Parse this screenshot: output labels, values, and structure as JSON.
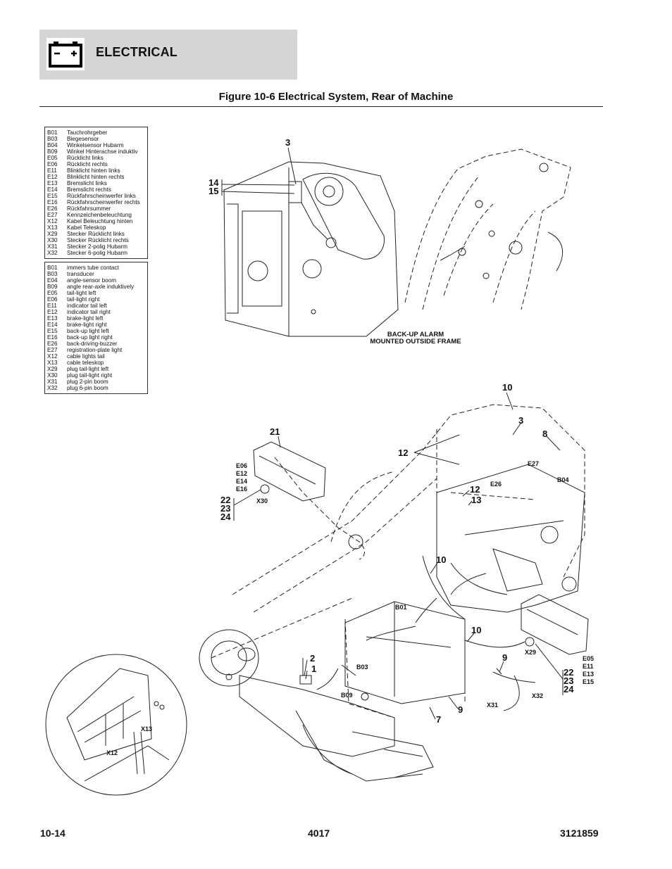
{
  "header": {
    "section_title": "ELECTRICAL",
    "icon": "battery-icon",
    "background_color": "#d6d6d6"
  },
  "figure_title": "Figure 10-6 Electrical System, Rear of Machine",
  "legend_german": [
    {
      "code": "B01",
      "desc": "Tauchrohrgeber"
    },
    {
      "code": "B03",
      "desc": "Biegesensor"
    },
    {
      "code": "B04",
      "desc": "Winkelsensor Hubarm"
    },
    {
      "code": "B09",
      "desc": "Winkel Hinterachse induktiv"
    },
    {
      "code": "E05",
      "desc": "Rücklicht links"
    },
    {
      "code": "E06",
      "desc": "Rücklicht rechts"
    },
    {
      "code": "E11",
      "desc": "Blinklicht hinten links"
    },
    {
      "code": "E12",
      "desc": "Blinklicht hinten rechts"
    },
    {
      "code": "E13",
      "desc": "Bremslicht links"
    },
    {
      "code": "E14",
      "desc": "Bremslicht rechts"
    },
    {
      "code": "E15",
      "desc": "Rückfahrscheinwerfer links"
    },
    {
      "code": "E16",
      "desc": "Rückfahrscheinwerfer rechts"
    },
    {
      "code": "E26",
      "desc": "Rückfahrsummer"
    },
    {
      "code": "E27",
      "desc": "Kennzeichenbeleuchtung"
    },
    {
      "code": "X12",
      "desc": "Kabel Beleuchtung hinten"
    },
    {
      "code": "X13",
      "desc": "Kabel Teleskop"
    },
    {
      "code": "X29",
      "desc": "Stecker Rücklicht links"
    },
    {
      "code": "X30",
      "desc": "Stecker Rücklicht rechts"
    },
    {
      "code": "X31",
      "desc": "Stecker 2-polig Hubarm"
    },
    {
      "code": "X32",
      "desc": "Stecker 6-polig Hubarm"
    }
  ],
  "legend_english": [
    {
      "code": "B01",
      "desc": "immers tube contact"
    },
    {
      "code": "B03",
      "desc": "transducer"
    },
    {
      "code": "E04",
      "desc": "angle-sensor boom"
    },
    {
      "code": "B09",
      "desc": "angle rear-axle induktively"
    },
    {
      "code": "E05",
      "desc": "tail-light left"
    },
    {
      "code": "E06",
      "desc": "tail-light right"
    },
    {
      "code": "E11",
      "desc": "indicator tail left"
    },
    {
      "code": "E12",
      "desc": "indicator tail right"
    },
    {
      "code": "E13",
      "desc": "brake-light left"
    },
    {
      "code": "E14",
      "desc": "brake-light right"
    },
    {
      "code": "E15",
      "desc": "back-up light left"
    },
    {
      "code": "E16",
      "desc": "back-up light right"
    },
    {
      "code": "E26",
      "desc": "back-driving-buzzer"
    },
    {
      "code": "E27",
      "desc": "registration-plate light"
    },
    {
      "code": "X12",
      "desc": "cable lights tail"
    },
    {
      "code": "X13",
      "desc": "cable teleskop"
    },
    {
      "code": "X29",
      "desc": "plug tail-light left"
    },
    {
      "code": "X30",
      "desc": "plug tail-light right"
    },
    {
      "code": "X31",
      "desc": "plug 2-pin boom"
    },
    {
      "code": "X32",
      "desc": "plug 6-pin boom"
    }
  ],
  "notes": {
    "backup_alarm_line1": "BACK-UP ALARM",
    "backup_alarm_line2": "MOUNTED OUTSIDE FRAME"
  },
  "callouts": {
    "c3_top": "3",
    "c14": "14",
    "c15": "15",
    "c10_top": "10",
    "c3_mid": "3",
    "c8": "8",
    "c21": "21",
    "c12_a": "12",
    "c12_b": "12",
    "c13": "13",
    "c22_l": "22",
    "c23_l": "23",
    "c24_l": "24",
    "c10_mid": "10",
    "c10_low": "10",
    "c2": "2",
    "c1": "1",
    "c9_a": "9",
    "c9_b": "9",
    "c7": "7",
    "c22_r": "22",
    "c23_r": "23",
    "c24_r": "24"
  },
  "labels": {
    "e06": "E06",
    "e12": "E12",
    "e14": "E14",
    "e16": "E16",
    "x30": "X30",
    "e27": "E27",
    "b04": "B04",
    "e26": "E26",
    "b01": "B01",
    "b03": "B03",
    "b09": "B09",
    "x29": "X29",
    "e05": "E05",
    "e11": "E11",
    "e13": "E13",
    "e15": "E15",
    "x31": "X31",
    "x32": "X32",
    "x13": "X13",
    "x12": "X12"
  },
  "footer": {
    "page_number": "10-14",
    "model": "4017",
    "manual_number": "3121859"
  }
}
